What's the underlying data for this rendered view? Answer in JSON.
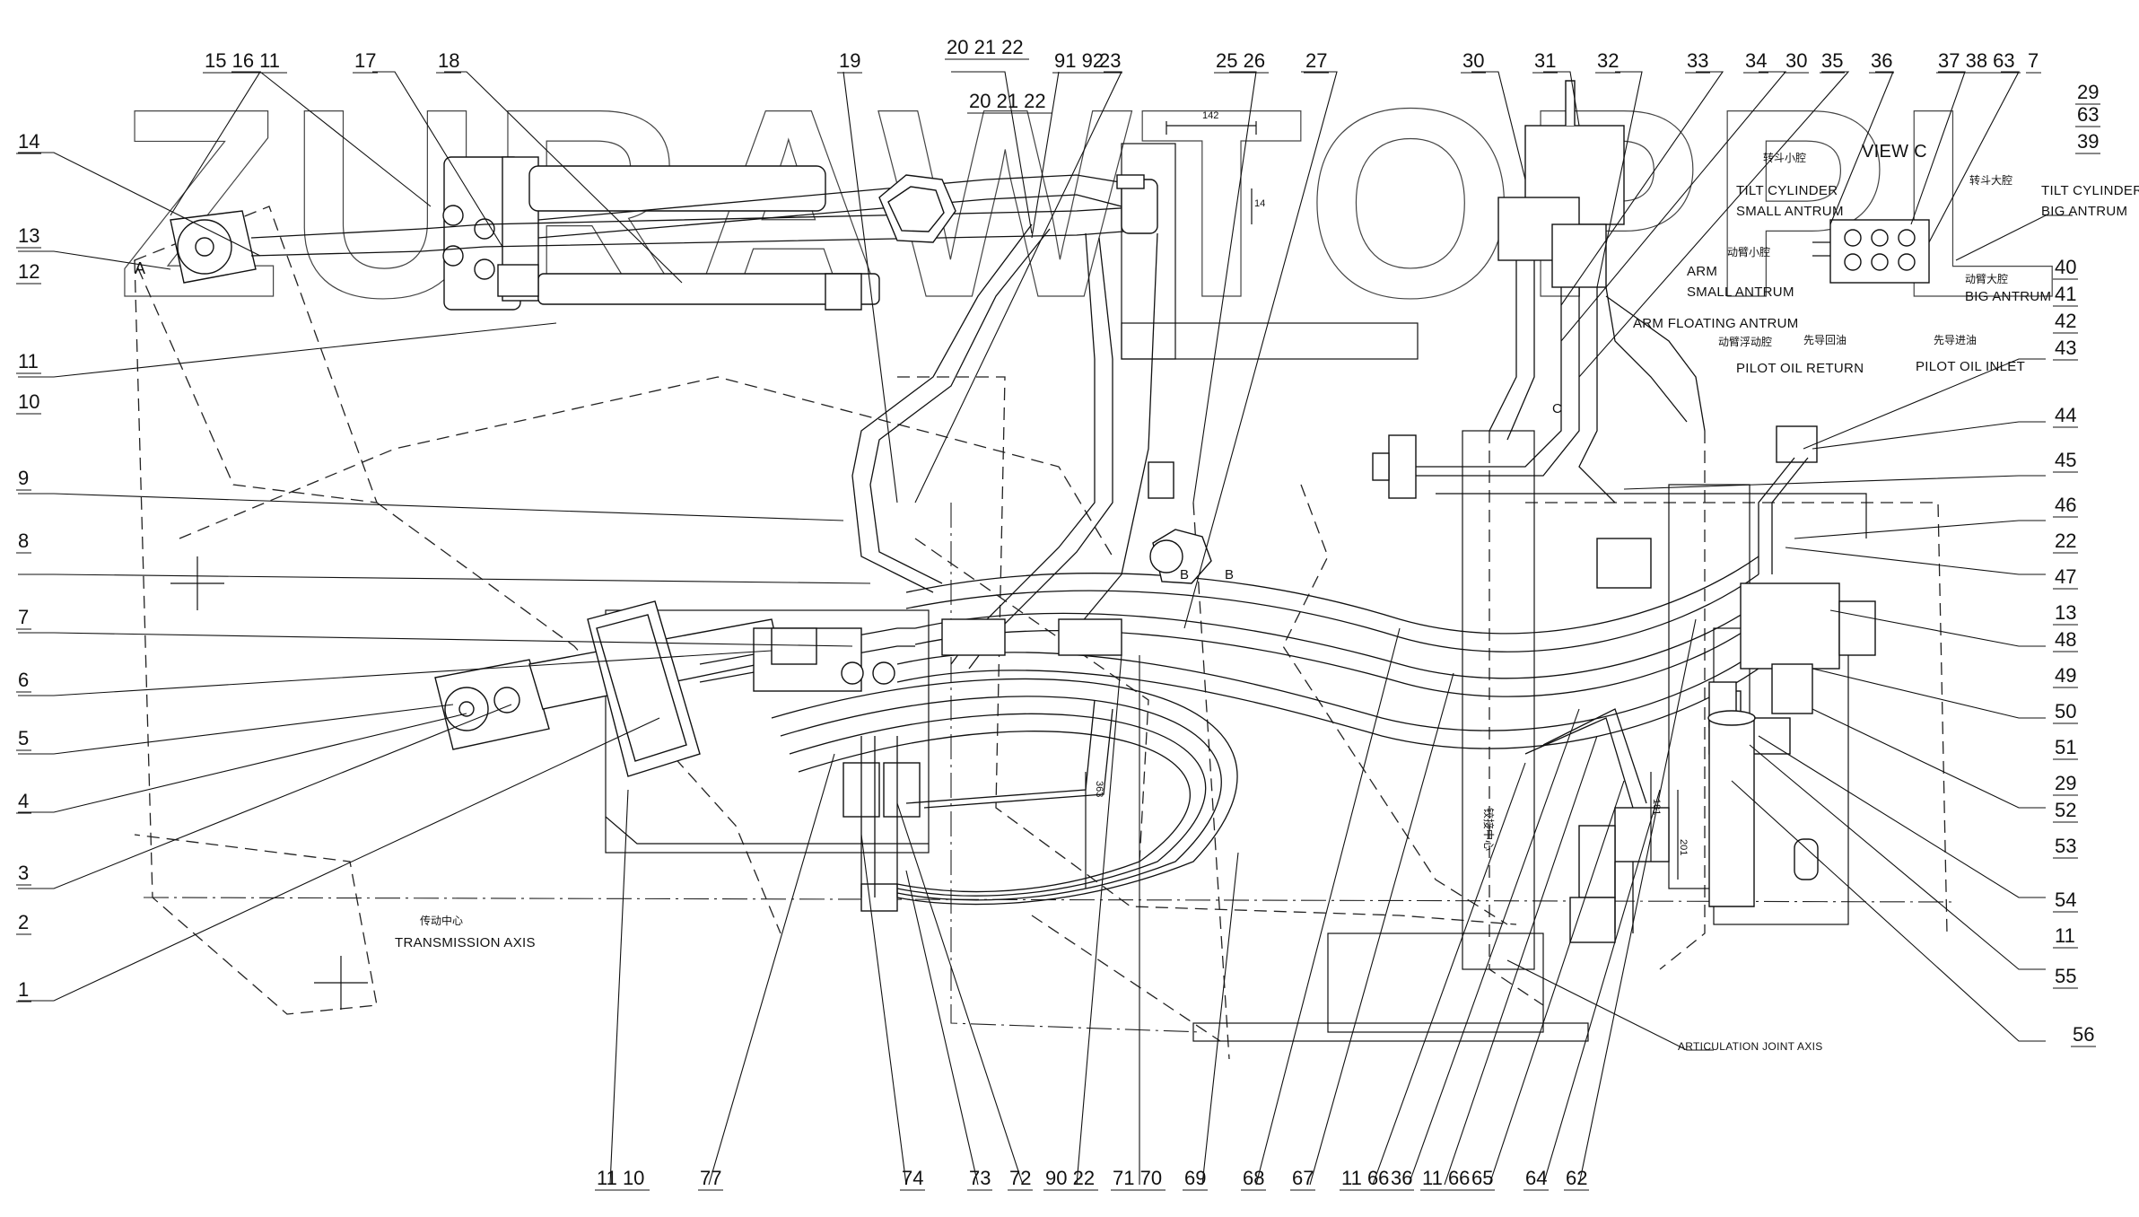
{
  "drawing": {
    "watermark": "ZURAWTOPPL"
  },
  "callouts_top": [
    "15 16 11",
    "17",
    "18",
    "19",
    "20 21 22",
    "20 21 22",
    "91 92",
    "23",
    "25 26",
    "27",
    "30",
    "31",
    "32",
    "33",
    "34",
    "30",
    "35",
    "36",
    "37 38 63",
    "7"
  ],
  "callouts_left": [
    "14",
    "13",
    "12",
    "11",
    "10",
    "9",
    "8",
    "7",
    "6",
    "5",
    "4",
    "3",
    "2",
    "1"
  ],
  "callouts_right": [
    "29",
    "63",
    "39",
    "40",
    "41",
    "42",
    "43",
    "44",
    "45",
    "46",
    "22",
    "47",
    "13",
    "48",
    "49",
    "50",
    "51",
    "29",
    "52",
    "53",
    "54",
    "11",
    "55",
    "56"
  ],
  "callouts_bottom": [
    "11 10",
    "77",
    "74",
    "73",
    "72",
    "90 22",
    "71 70",
    "69",
    "68",
    "67",
    "11 66",
    "36",
    "11 66",
    "65",
    "64",
    "62"
  ],
  "annotations": {
    "view_c": "VIEW C",
    "tilt_small_cn": "转斗小腔",
    "tilt_small_1": "TILT CYLINDER",
    "tilt_small_2": "SMALL ANTRUM",
    "tilt_big_cn": "转斗大腔",
    "tilt_big_1": "TILT CYLINDER",
    "tilt_big_2": "BIG ANTRUM",
    "arm_small_cn": "动臂小腔",
    "arm_small_1": "ARM",
    "arm_small_2": "SMALL ANTRUM",
    "arm_big_cn": "动臂大腔",
    "arm_big": "BIG ANTRUM",
    "arm_float_cn": "动臂浮动腔",
    "arm_float": "ARM FLOATING ANTRUM",
    "pilot_return_cn": "先导回油",
    "pilot_return": "PILOT OIL RETURN",
    "pilot_inlet_cn": "先导进油",
    "pilot_inlet": "PILOT OIL INLET",
    "trans_cn": "传动中心",
    "trans": "TRANSMISSION AXIS",
    "artic": "ARTICULATION JOINT AXIS",
    "artic_cn": "铰接中心",
    "label_a": "A",
    "label_b1": "B",
    "label_b2": "B",
    "label_c": "C"
  },
  "dimensions": {
    "d142": "142",
    "d14": "14",
    "d363": "363",
    "d181": "181",
    "d201": "201"
  }
}
